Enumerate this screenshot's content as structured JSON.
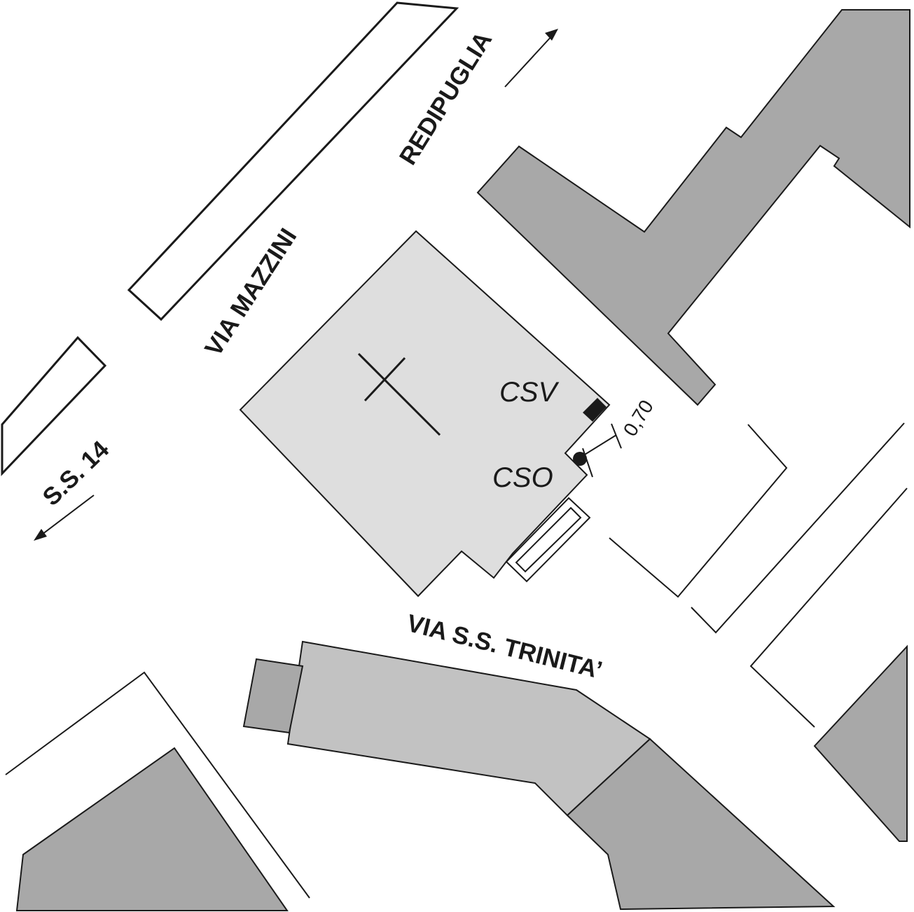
{
  "map": {
    "streets": {
      "redipuglia": "REDIPUGLIA",
      "via_mazzini": "VIA MAZZINI",
      "ss14": "S.S. 14",
      "via_trinita": "VIA S.S. TRINITA’"
    },
    "markers": {
      "csv": "CSV",
      "cso": "CSO"
    },
    "dimension": "0,70",
    "colors": {
      "church_fill": "#dedede",
      "building_dark": "#a8a8a8",
      "building_medium": "#c2c2c2",
      "outline": "#1a1a1a"
    }
  }
}
